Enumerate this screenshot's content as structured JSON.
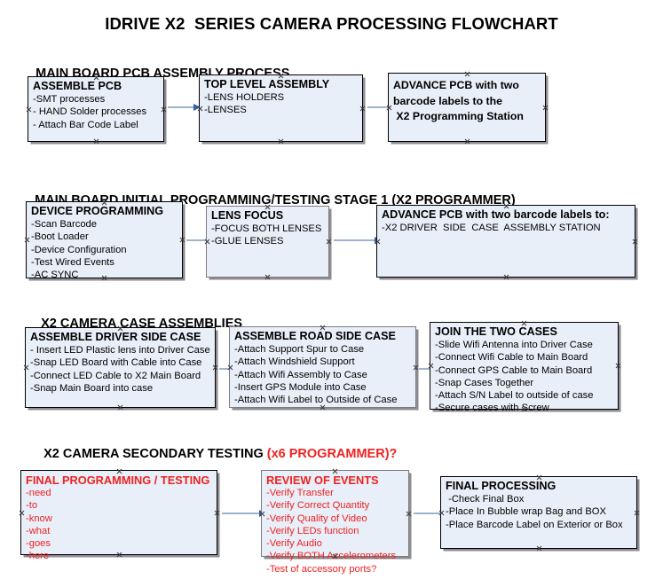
{
  "title": "IDRIVE X2  SERIES CAMERA PROCESSING FLOWCHART",
  "colors": {
    "box_fill": "#e9eff8",
    "box_border": "#000000",
    "box_border_gray": "#7b7b80",
    "accent_red": "#ee2222",
    "arrow_line": "#9db3cc",
    "arrow_head": "#3a5fa8",
    "shadow": "#8d8d92"
  },
  "sections": [
    {
      "heading": "MAIN BOARD PCB ASSEMBLY PROCESS",
      "heading_accent": "",
      "boxes": [
        {
          "title": "ASSEMBLE PCB",
          "lines": [
            "-SMT processes",
            "- HAND Solder processes",
            "- Attach Bar Code Label"
          ]
        },
        {
          "title": "TOP LEVEL ASSEMBLY",
          "lines": [
            "-LENS HOLDERS",
            "-LENSES"
          ]
        },
        {
          "title": "",
          "lines": [
            "ADVANCE PCB with two",
            "barcode labels to the",
            " X2 Programming Station"
          ]
        }
      ]
    },
    {
      "heading": "MAIN BOARD INITIAL PROGRAMMING/TESTING STAGE 1 (X2 PROGRAMMER)",
      "heading_accent": "",
      "boxes": [
        {
          "title": "DEVICE PROGRAMMING",
          "lines": [
            "-Scan Barcode",
            "-Boot Loader",
            "-Device Configuration",
            "-Test Wired Events",
            "-AC SYNC"
          ]
        },
        {
          "title": "LENS FOCUS",
          "lines": [
            "-FOCUS BOTH LENSES",
            "-GLUE LENSES"
          ]
        },
        {
          "title": "ADVANCE PCB with two barcode labels to:",
          "lines": [
            "-X2 DRIVER  SIDE  CASE  ASSEMBLY STATION"
          ]
        }
      ]
    },
    {
      "heading": "X2 CAMERA CASE ASSEMBLIES",
      "heading_accent": "",
      "boxes": [
        {
          "title": "ASSEMBLE DRIVER SIDE CASE",
          "lines": [
            "- Insert LED Plastic lens into Driver Case",
            "-Snap LED Board with Cable into Case",
            "-Connect LED Cable to X2 Main Board",
            "-Snap Main Board into case"
          ]
        },
        {
          "title": "ASSEMBLE ROAD SIDE CASE",
          "lines": [
            "-Attach Support Spur to Case",
            "-Attach Windshield Support",
            "-Attach Wifi Assembly to Case",
            "-Insert GPS Module into Case",
            "-Attach Wifi Label to Outside of Case"
          ]
        },
        {
          "title": "JOIN THE TWO CASES",
          "lines": [
            "-Slide Wifi Antenna into Driver Case",
            "-Connect Wifi Cable to Main Board",
            "-Connect GPS Cable to Main Board",
            "-Snap Cases Together",
            "-Attach S/N Label to outside of case",
            "-Secure cases with Screw"
          ]
        }
      ]
    },
    {
      "heading": "X2 CAMERA SECONDARY TESTING ",
      "heading_accent": "(x6 PROGRAMMER)?",
      "boxes": [
        {
          "title": "FINAL PROGRAMMING / TESTING",
          "lines": [
            "-need",
            "-to",
            "-know",
            "-what",
            "-goes",
            "-here"
          ]
        },
        {
          "title": "REVIEW OF EVENTS",
          "lines": [
            "-Verify Transfer",
            "-Verify Correct Quantity",
            "-Verify Quality of Video",
            "-Verify LEDs function",
            "-Verify Audio",
            "-Verify BOTH Accelerometers",
            "-Test of accessory ports?"
          ]
        },
        {
          "title": "FINAL PROCESSING",
          "lines": [
            " -Check Final Box",
            "-Place In Bubble wrap Bag and BOX",
            "-Place Barcode Label on Exterior or Box"
          ]
        }
      ]
    }
  ]
}
